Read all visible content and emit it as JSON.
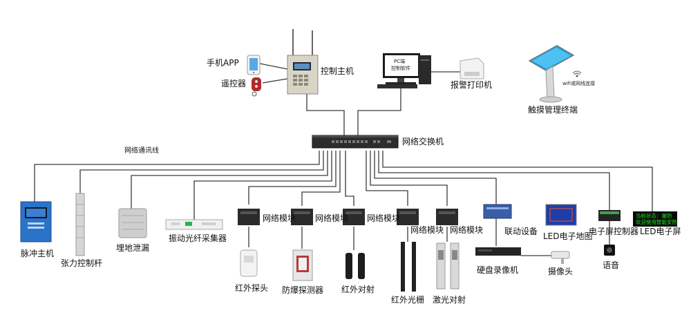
{
  "labels": {
    "phone_app": "手机APP",
    "remote": "遥控器",
    "control_host": "控制主机",
    "pc_screen_l1": "PC端",
    "pc_screen_l2": "控制软件",
    "alarm_printer": "报警打印机",
    "touch_terminal": "触摸管理终端",
    "wifi_link": "wifi或网线连接",
    "network_cable": "网络通讯线",
    "network_switch": "网络交换机",
    "pulse_host": "脉冲主机",
    "tension_rod": "张力控制杆",
    "buried_leak": "埋地泄漏",
    "vibration_fiber": "振动光纤采集器",
    "network_module": "网络模块",
    "ir_probe": "红外探头",
    "explosion_detector": "防爆探测器",
    "ir_beam": "红外对射",
    "ir_grating": "红外光栅",
    "laser_beam": "激光对射",
    "linkage_device": "联动设备",
    "led_map": "LED电子地图",
    "hdd_recorder": "硬盘录像机",
    "camera": "摄像头",
    "screen_controller": "电子屏控制器",
    "voice": "语音",
    "led_screen": "LED电子屏",
    "led_screen_l1": "当前状态：撤防",
    "led_screen_l2": "欢迎使用智能安防"
  },
  "colors": {
    "line": "#3a3a3a",
    "device_dark": "#2b2b2b",
    "pulse_blue": "#2b73c8",
    "led_green": "#19e619",
    "led_bg": "#0a0a0a",
    "map_blue": "#1f3ea8"
  }
}
